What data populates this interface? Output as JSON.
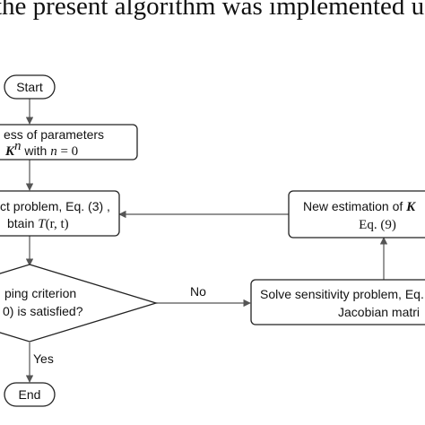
{
  "header_text": "the present algorithm was implemented usi",
  "nodes": {
    "start": "Start",
    "guess": {
      "line1": "ess of parameters",
      "line2_pre": "",
      "line2_var": "K",
      "line2_sup": "n",
      "line2_mid": " with ",
      "line2_n": "n",
      "line2_post": " = 0"
    },
    "direct": {
      "line1_pre": "ct problem, Eq. (3) ,",
      "line2_pre": "btain ",
      "line2_T": "T",
      "line2_args": "(r, t)"
    },
    "new_estimation": {
      "line1_pre": "New estimation of ",
      "line1_var": "K",
      "line2": "Eq. (9)"
    },
    "decision": {
      "line1": "ping criterion",
      "line2": "0) is satisfied?"
    },
    "sensitivity": {
      "line1": "Solve sensitivity problem, Eq.",
      "line2": "Jacobian matri"
    },
    "end": "End"
  },
  "edge_labels": {
    "no": "No",
    "yes": "Yes"
  }
}
